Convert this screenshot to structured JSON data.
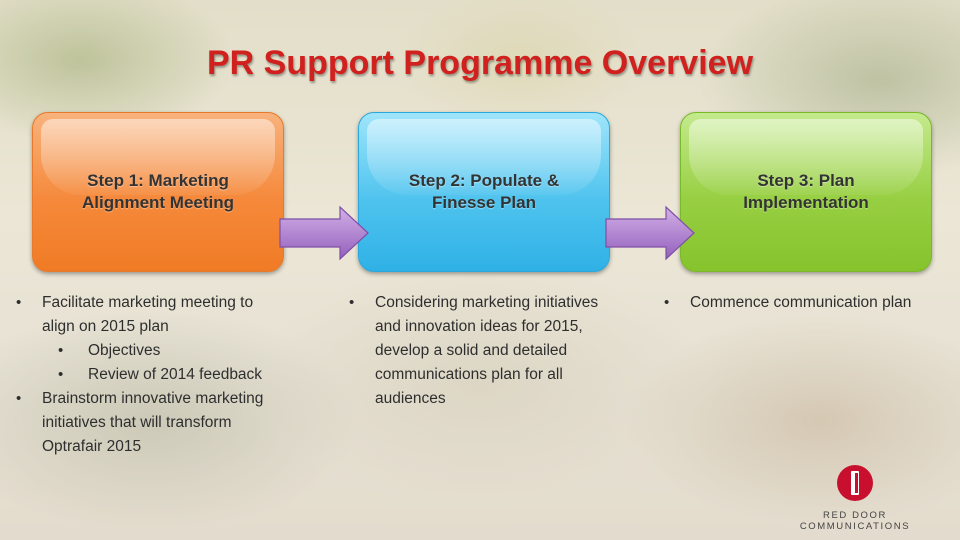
{
  "title": "PR Support Programme Overview",
  "steps": [
    {
      "label": "Step 1: Marketing Alignment Meeting"
    },
    {
      "label": "Step 2: Populate & Finesse Plan"
    },
    {
      "label": "Step 3: Plan Implementation"
    }
  ],
  "columns": {
    "step1": {
      "b1": "Facilitate marketing meeting to align on 2015 plan",
      "sub1": "Objectives",
      "sub2": "Review of 2014 feedback",
      "b2": "Brainstorm innovative marketing initiatives that will transform Optrafair 2015"
    },
    "step2": {
      "b1": "Considering marketing initiatives and innovation ideas for 2015, develop a solid and detailed communications plan for all audiences"
    },
    "step3": {
      "b1": "Commence communication plan"
    }
  },
  "logo": {
    "text": "RED DOOR COMMUNICATIONS",
    "color": "#c8102e"
  },
  "colors": {
    "title": "#d0211e",
    "step1": "#f5893b",
    "step2": "#4fc3ee",
    "step3": "#97cf42",
    "arrow": "#a874c9"
  }
}
